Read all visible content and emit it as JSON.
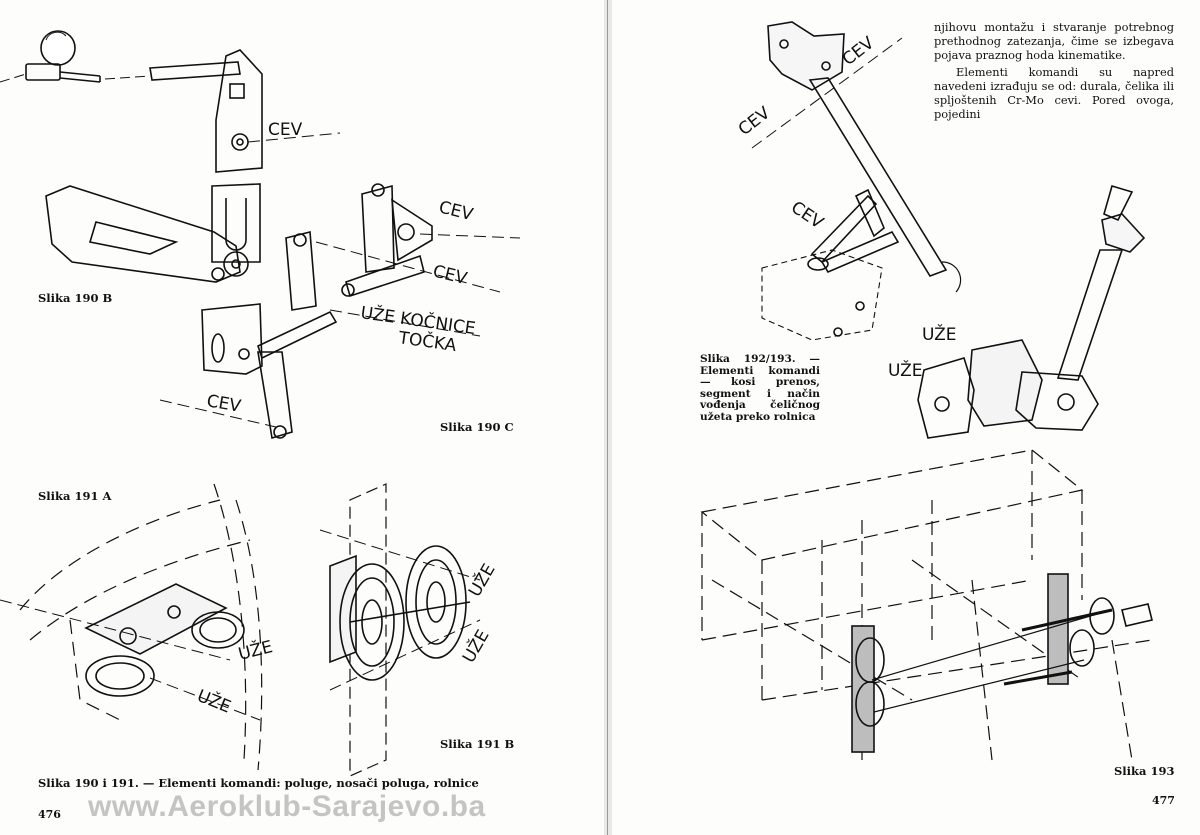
{
  "left_page": {
    "page_number": "476",
    "figure_labels": {
      "cev": "CEV",
      "uze": "UŽE",
      "uze_kocnice": "UŽE KOČNICE",
      "tocka": "TOČKA"
    },
    "captions": {
      "slika_190_b": "Slika 190 B",
      "slika_190_c": "Slika 190 C",
      "slika_191_a": "Slika 191 A",
      "slika_191_b": "Slika 191 B"
    },
    "bottom_caption": "Slika 190 i 191. — Elementi komandi: poluge, nosači poluga, rolnice"
  },
  "watermark": "www.Aeroklub-Sarajevo.ba",
  "right_page": {
    "page_number": "477",
    "figure_labels": {
      "cev": "CEV",
      "uze": "UŽE"
    },
    "paragraph_1": "njihovu montažu i stvaranje potrebnog prethodnog zatezanja, čime se izbegava pojava praznog hoda kinematike.",
    "paragraph_2": "Elementi komandi su napred navedeni izrađuju se od: durala, čelika ili spljoštenih Cr-Mo cevi. Pored ovoga, pojedini",
    "side_caption": "Slika 192/193. — Elementi komandi — kosi prenos, segment i način vođenja čeličnog užeta preko rolnica",
    "slika_193": "Slika 193"
  }
}
